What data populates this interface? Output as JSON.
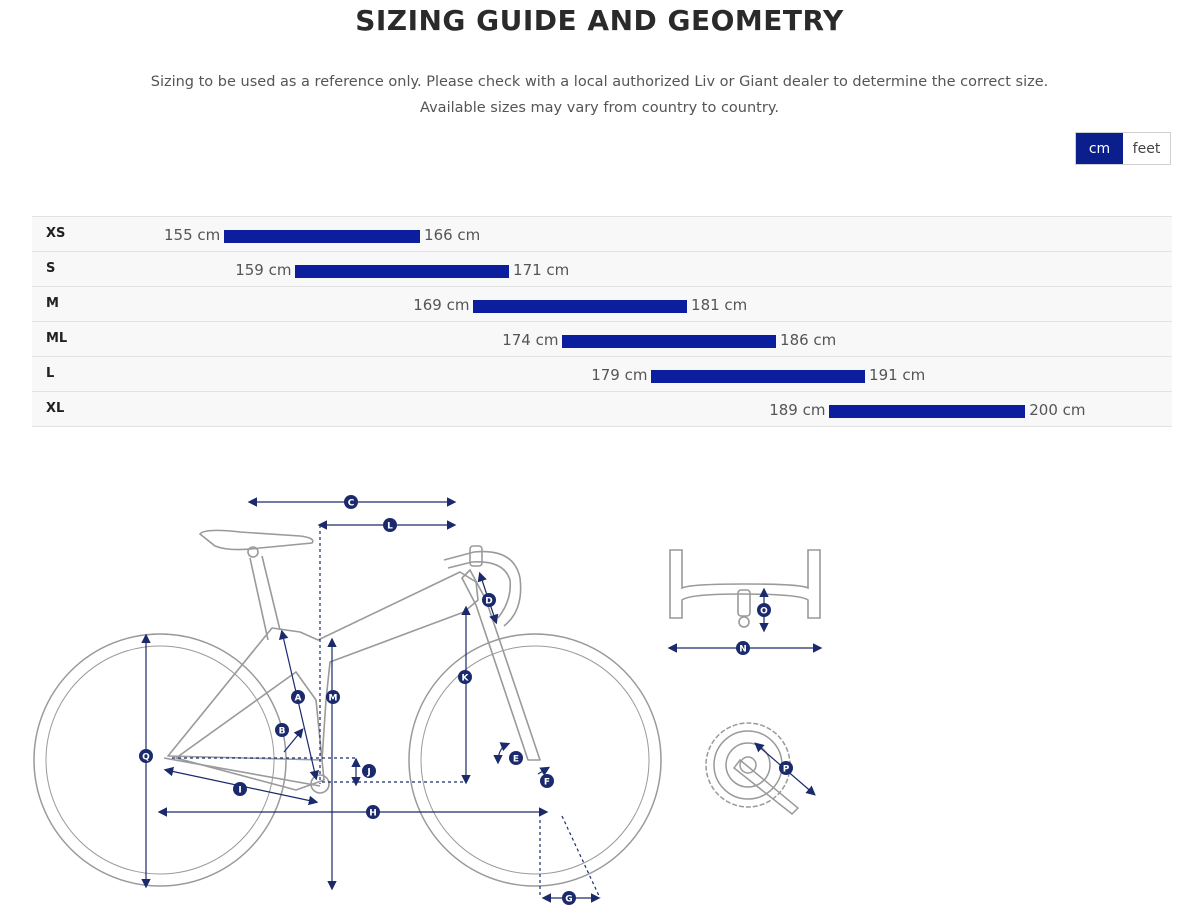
{
  "header": {
    "title": "SIZING GUIDE AND GEOMETRY",
    "subtitle_line1": "Sizing to be used as a reference only. Please check with a local authorized Liv or Giant dealer to determine the correct size.",
    "subtitle_line2": "Available sizes may vary from country to country."
  },
  "units": {
    "options": [
      "cm",
      "feet"
    ],
    "selected": "cm"
  },
  "sizes": [
    {
      "label": "XS",
      "min": "155 cm",
      "max": "166 cm",
      "min_cm": 155,
      "max_cm": 166
    },
    {
      "label": "S",
      "min": "159 cm",
      "max": "171 cm",
      "min_cm": 159,
      "max_cm": 171
    },
    {
      "label": "M",
      "min": "169 cm",
      "max": "181 cm",
      "min_cm": 169,
      "max_cm": 181
    },
    {
      "label": "ML",
      "min": "174 cm",
      "max": "186 cm",
      "min_cm": 174,
      "max_cm": 186
    },
    {
      "label": "L",
      "min": "179 cm",
      "max": "191 cm",
      "min_cm": 179,
      "max_cm": 191
    },
    {
      "label": "XL",
      "min": "189 cm",
      "max": "200 cm",
      "min_cm": 189,
      "max_cm": 200
    }
  ],
  "geometry_markers": [
    "A",
    "B",
    "C",
    "D",
    "E",
    "F",
    "G",
    "H",
    "I",
    "J",
    "K",
    "L",
    "M",
    "N",
    "O",
    "P",
    "Q"
  ],
  "colors": {
    "accent": "#0a1e9e",
    "diagram_line": "#9a9a9a",
    "marker": "#1a2a6c"
  }
}
